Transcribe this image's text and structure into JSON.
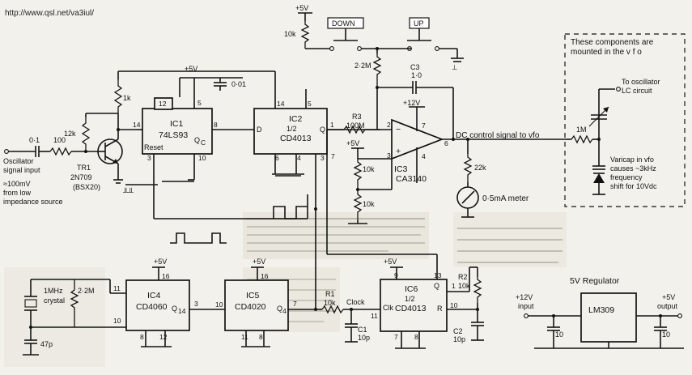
{
  "source_url": "http://www.qsl.net/va3iul/",
  "vfo_note": {
    "line1": "These components are",
    "line2": "mounted in the v f o"
  },
  "supply": {
    "plus5v": "+5V",
    "plus12v": "+12V",
    "plus12v_input": "+12V",
    "input": "input",
    "output_v": "+5V",
    "output": "output",
    "regulator_title": "5V Regulator",
    "regulator_ic": "LM309"
  },
  "buttons": {
    "down": "DOWN",
    "up": "UP"
  },
  "input_stage": {
    "signal_l1": "Oscillator",
    "signal_l2": "signal input",
    "level_l1": "≈100mV",
    "level_l2": "from low",
    "level_l3": "impedance source",
    "c_in": "0·1",
    "r_in": "100",
    "r_bias": "12k",
    "r_coll": "1k",
    "tr1": "TR1",
    "tr1_type": "2N709",
    "tr1_alt": "(BSX20)",
    "c_dec": "0·01"
  },
  "ics": {
    "ic1": {
      "name": "IC1",
      "part": "74LS93",
      "q": "Q",
      "qsub": "C",
      "reset": "Reset"
    },
    "ic2": {
      "name": "IC2",
      "half": "1/2",
      "part": "CD4013",
      "d": "D",
      "q": "Q"
    },
    "ic3": {
      "name": "IC3",
      "part": "CA3140"
    },
    "ic4": {
      "name": "IC4",
      "part": "CD4060",
      "q": "Q",
      "qsub": "14"
    },
    "ic5": {
      "name": "IC5",
      "part": "CD4020",
      "q": "Q",
      "qsub": "4"
    },
    "ic6": {
      "name": "IC6",
      "half": "1/2",
      "part": "CD4013",
      "clk": "Clk",
      "q": "Q",
      "r": "R"
    }
  },
  "pins": {
    "ic1_12": "12",
    "ic1_5a": "5",
    "ic1_14": "14",
    "ic1_8": "8",
    "ic1_3": "3",
    "ic1_10": "10",
    "ic2_14": "14",
    "ic2_5": "5",
    "ic2_1": "1",
    "ic2_6": "6",
    "ic2_4": "4",
    "ic2_3": "3",
    "ic2_7": "7",
    "ic3_7": "7",
    "ic3_2": "2",
    "ic3_3": "3",
    "ic3_6": "6",
    "ic3_4": "4",
    "ic4_16": "16",
    "ic4_11": "11",
    "ic4_10": "10",
    "ic4_3": "3",
    "ic4_8": "8",
    "ic4_12": "12",
    "ic5_16": "16",
    "ic5_10": "10",
    "ic5_7": "7",
    "ic5_11": "11",
    "ic5_8": "8",
    "ic6_9": "9",
    "ic6_13": "13",
    "ic6_1": "1",
    "ic6_11": "11",
    "ic6_10": "10",
    "ic6_7": "7",
    "ic6_8": "8"
  },
  "passives": {
    "r_pot": "10k",
    "r_fb": "2·2M",
    "c3": "C3",
    "c3_val": "1·0",
    "r3": "R3",
    "r3_val": "100M",
    "r_div_top": "10k",
    "r_div_bot": "10k",
    "r_meter": "22k",
    "meter": "0·5mA meter",
    "r1": "R1",
    "r1_val": "10k",
    "c1": "C1",
    "c1_val": "10p",
    "r2": "R2",
    "r2_val": "10k",
    "c2": "C2",
    "c2_val": "10p",
    "c_reg": "10",
    "c_reg2": "10",
    "xtal_freq": "1MHz",
    "xtal": "crystal",
    "r_xtal": "2·2M",
    "c_xtal": "47p",
    "clock": "Clock",
    "r_1m": "1M"
  },
  "signals": {
    "dc_control": "DC control signal to vfo",
    "to_osc_l1": "To oscillator",
    "to_osc_l2": "LC circuit",
    "varicap_l1": "Varicap in vfo",
    "varicap_l2": "causes ~3kHz",
    "varicap_l3": "frequency",
    "varicap_l4": "shift for 10Vdc"
  }
}
